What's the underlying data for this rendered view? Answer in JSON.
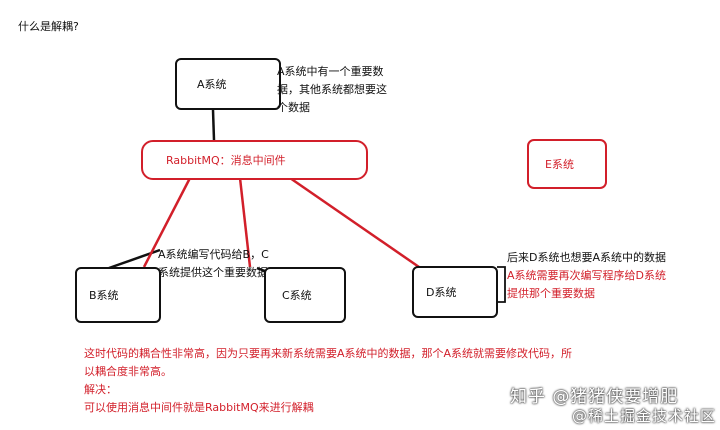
{
  "title": "什么是解耦?",
  "nodes": {
    "a": "A系统",
    "mq": "RabbitMQ：消息中间件",
    "b": "B系统",
    "c": "C系统",
    "d": "D系统",
    "e": "E系统"
  },
  "notes": {
    "a_note": [
      "A系统中有一个重要数",
      "据，其他系统都想要这",
      "个数据"
    ],
    "bc_note": [
      "A系统编写代码给B，C",
      "系统提供这个重要数据"
    ],
    "d_note": [
      "后来D系统也想要A系统中的数据"
    ],
    "d_note_red": [
      "A系统需要再次编写程序给D系统",
      "提供那个重要数据"
    ]
  },
  "bottom_text": [
    "这时代码的耦合性非常高，因为只要再来新系统需要A系统中的数据，那个A系统就需要修改代码，所",
    "以耦合度非常高。",
    "解决：",
    "可以使用消息中间件就是RabbitMQ来进行解耦"
  ],
  "watermark": {
    "line1": "知乎 @猪猪侠要增肥",
    "line2": "@稀土掘金技术社区"
  },
  "colors": {
    "accent": "#d21f2a",
    "ink": "#111111"
  }
}
